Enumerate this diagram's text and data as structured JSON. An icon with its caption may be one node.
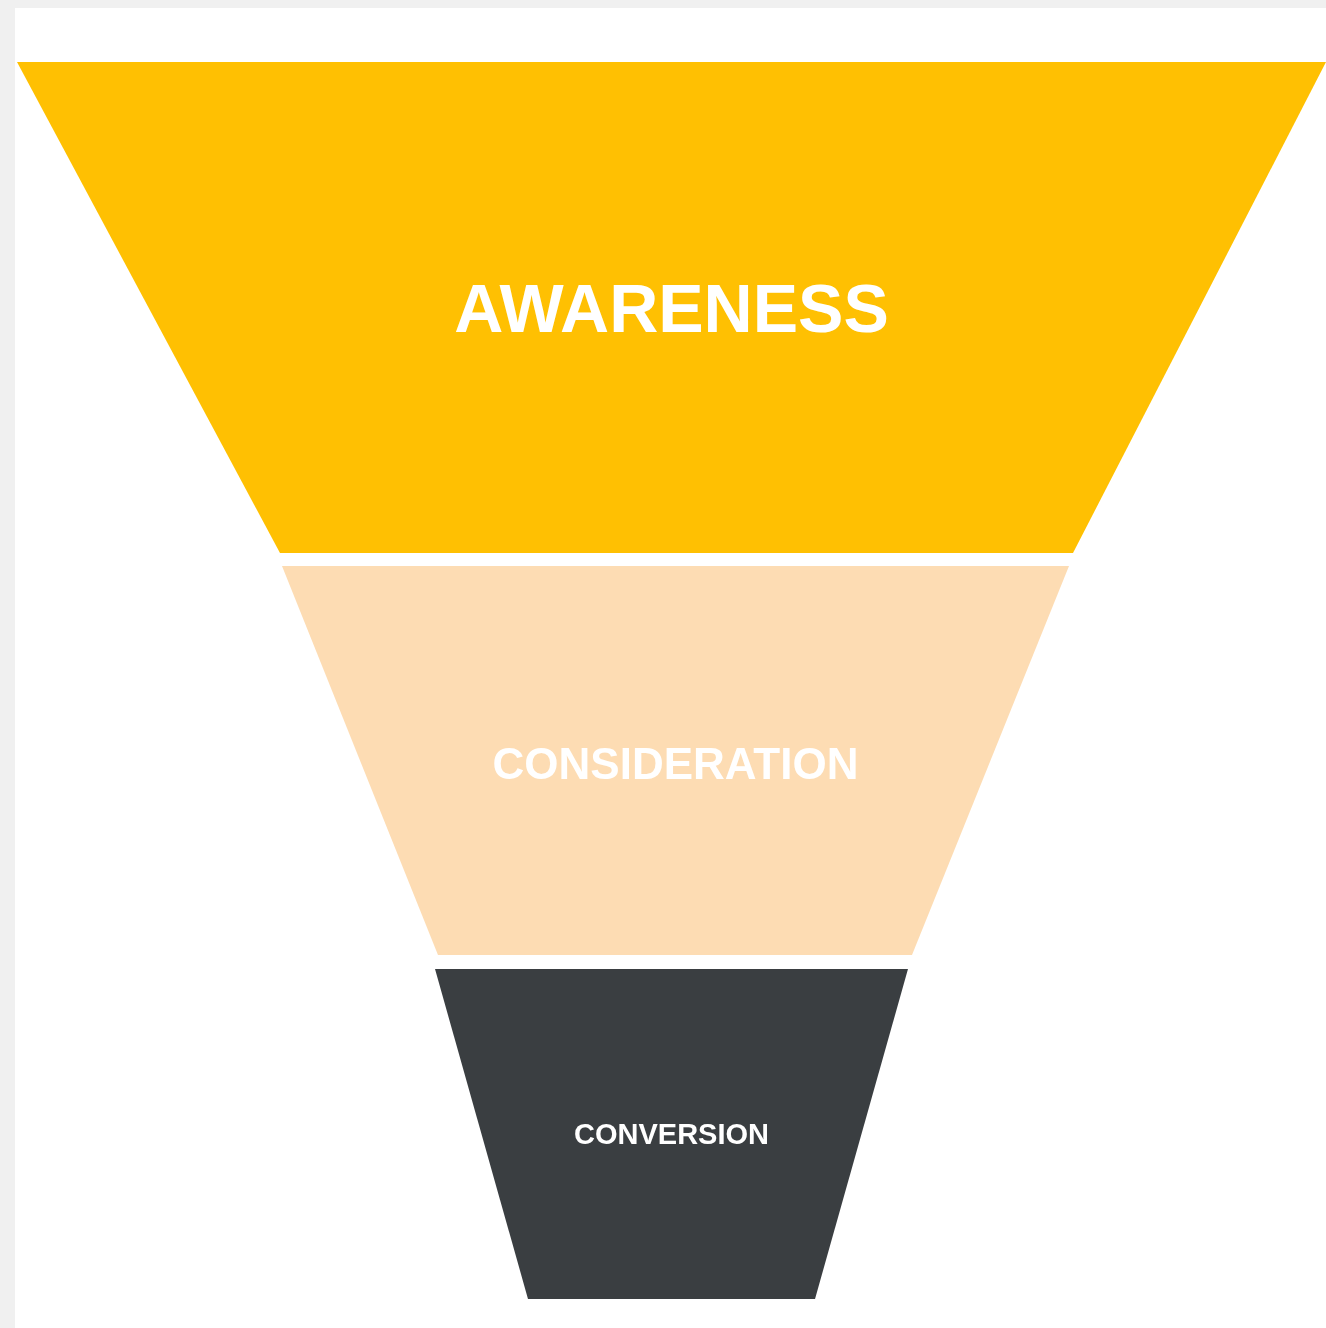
{
  "diagram": {
    "nodes": [
      {
        "text": [
          "AWARENESS"
        ]
      },
      {
        "text": [
          "CONSIDERATION"
        ]
      },
      {
        "text": [
          "CONVERSION"
        ]
      }
    ]
  }
}
